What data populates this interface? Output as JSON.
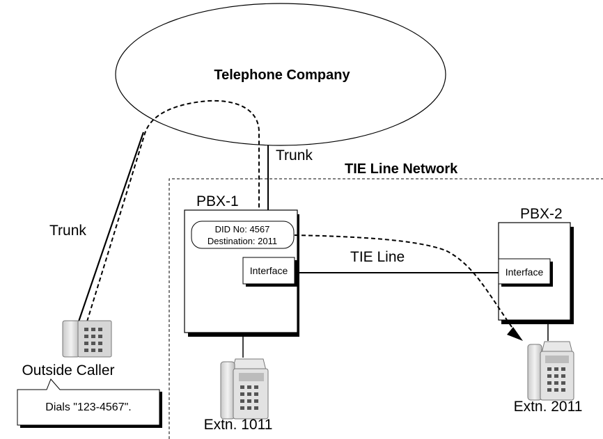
{
  "telephone_company": {
    "label": "Telephone Company"
  },
  "tie_network": {
    "label": "TIE Line Network"
  },
  "trunks": {
    "left_label": "Trunk",
    "center_label": "Trunk"
  },
  "pbx1": {
    "label": "PBX-1",
    "did_line1": "DID No: 4567",
    "did_line2": "Destination: 2011",
    "interface_label": "Interface"
  },
  "pbx2": {
    "label": "PBX-2",
    "interface_label": "Interface"
  },
  "tie_line": {
    "label": "TIE Line"
  },
  "outside_caller": {
    "label": "Outside Caller",
    "callout": "Dials \"123-4567\"."
  },
  "extension_1011": {
    "label": "Extn. 1011"
  },
  "extension_2011": {
    "label": "Extn. 2011"
  },
  "icons": [
    "outside-phone-icon",
    "desk-phone-icon"
  ]
}
